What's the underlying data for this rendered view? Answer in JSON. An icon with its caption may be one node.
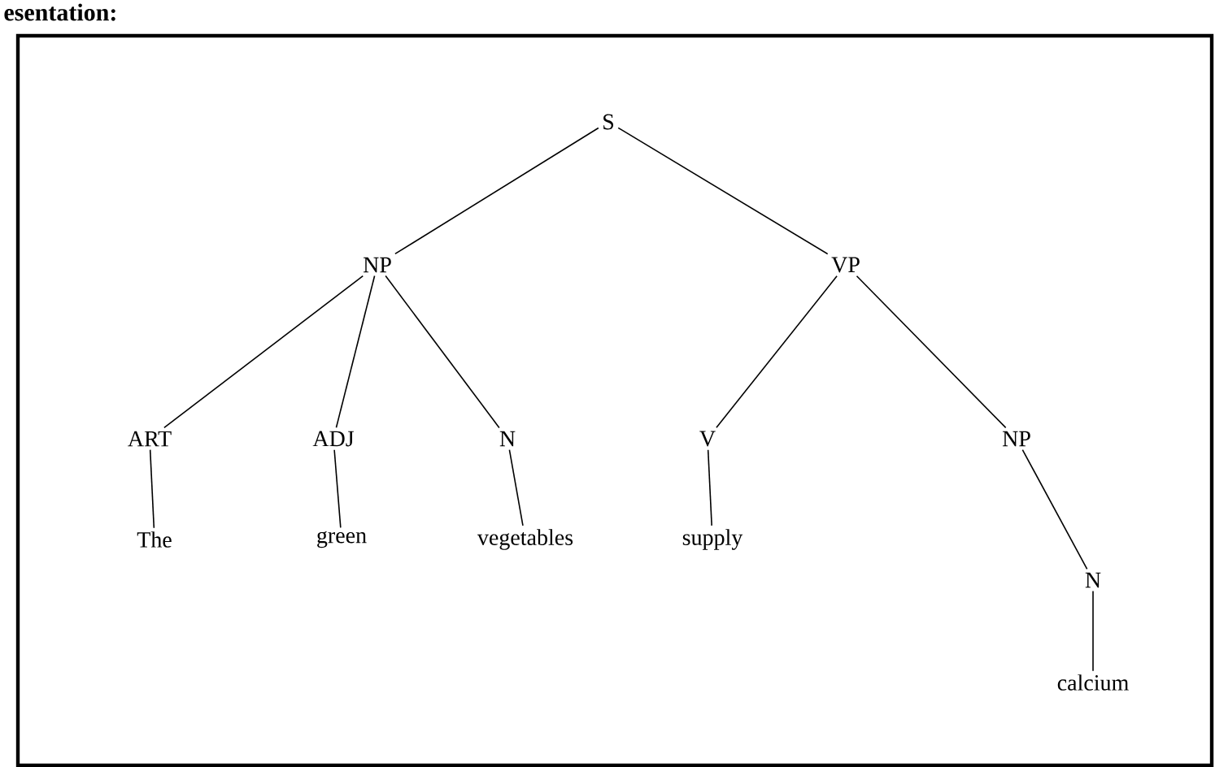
{
  "diagram": {
    "nodes": [
      {
        "text": [
          "S"
        ]
      },
      {
        "text": [
          "NP"
        ]
      },
      {
        "text": [
          "VP"
        ]
      },
      {
        "text": [
          "ART"
        ]
      },
      {
        "text": [
          "ADJ"
        ]
      },
      {
        "text": [
          "N"
        ]
      },
      {
        "text": [
          "V"
        ]
      },
      {
        "text": [
          "NP"
        ]
      },
      {
        "text": [
          "The"
        ]
      },
      {
        "text": [
          "green"
        ]
      },
      {
        "text": [
          "vegetables"
        ]
      },
      {
        "text": [
          "supply"
        ]
      },
      {
        "text": [
          "N"
        ]
      },
      {
        "text": [
          "calcium"
        ]
      }
    ],
    "edges": [
      {
        "from": 0,
        "to": 1,
        "arrow": "none"
      },
      {
        "from": 0,
        "to": 2,
        "arrow": "none"
      },
      {
        "from": 1,
        "to": 3,
        "arrow": "none"
      },
      {
        "from": 1,
        "to": 4,
        "arrow": "none"
      },
      {
        "from": 1,
        "to": 5,
        "arrow": "none"
      },
      {
        "from": 2,
        "to": 6,
        "arrow": "none"
      },
      {
        "from": 2,
        "to": 7,
        "arrow": "none"
      },
      {
        "from": 3,
        "to": 8,
        "arrow": "none"
      },
      {
        "from": 4,
        "to": 9,
        "arrow": "none"
      },
      {
        "from": 5,
        "to": 10,
        "arrow": "none"
      },
      {
        "from": 6,
        "to": 11,
        "arrow": "none"
      },
      {
        "from": 7,
        "to": 12,
        "arrow": "none"
      },
      {
        "from": 12,
        "to": 13,
        "arrow": "none"
      }
    ],
    "labels": [
      "esentation:"
    ]
  }
}
